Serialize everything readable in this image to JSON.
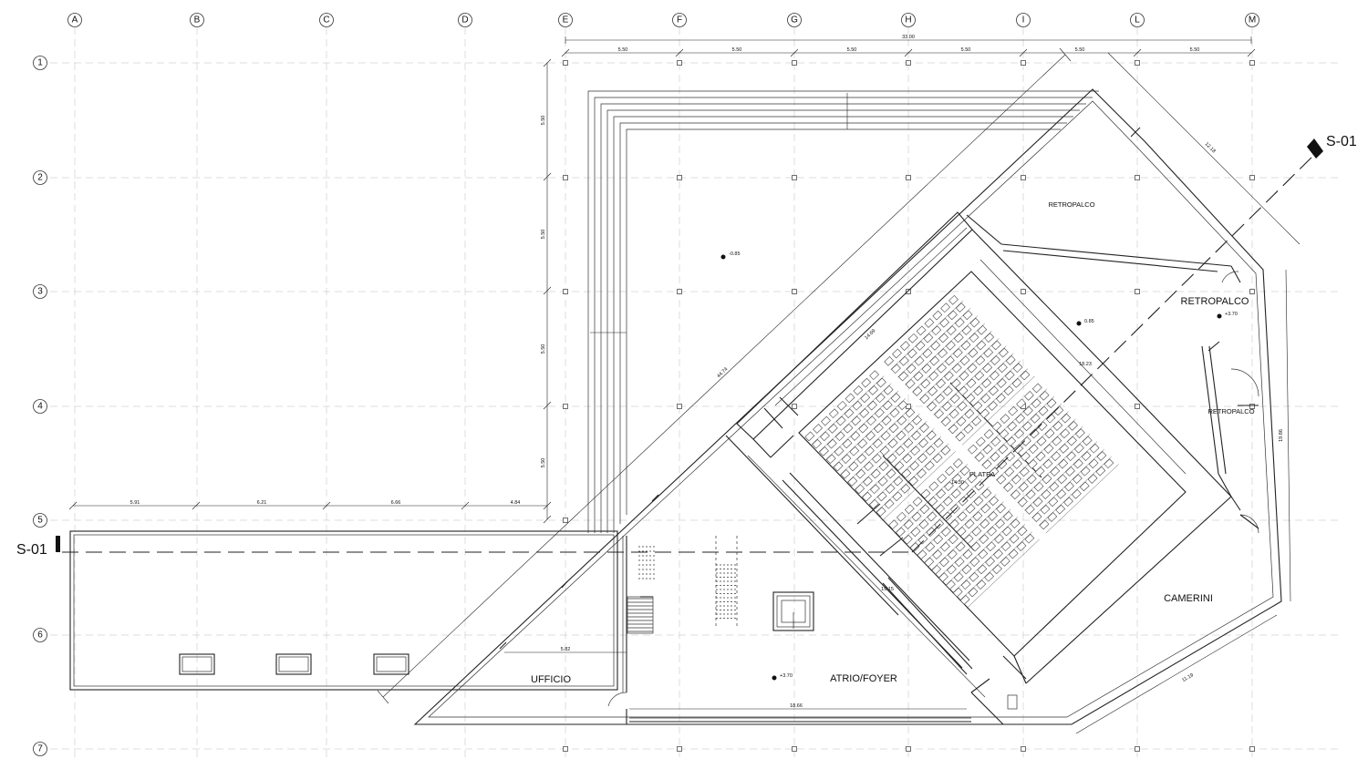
{
  "grid": {
    "columns": [
      "A",
      "B",
      "C",
      "D",
      "E",
      "F",
      "G",
      "H",
      "I",
      "L",
      "M"
    ],
    "rows": [
      "1",
      "2",
      "3",
      "4",
      "5",
      "6",
      "7"
    ]
  },
  "dimensions": {
    "top_total": "33.00",
    "top_segments": [
      "5.50",
      "5.50",
      "5.50",
      "5.50",
      "5.50",
      "5.50"
    ],
    "left_segments": [
      "5.50",
      "5.50",
      "5.50",
      "5.50"
    ],
    "bottom_wing_segments": [
      "5.91",
      "6.21",
      "6.66",
      "4.84"
    ],
    "diagonal_long": "44.74",
    "auditorium_top": "14.69",
    "auditorium_right": "18.23",
    "auditorium_center": "14.30",
    "foyer_diag": "19.15",
    "office_width": "5.82",
    "foyer_bottom": "18.66",
    "backstage_top": "12.18",
    "right_side": "19.86",
    "bottom_right": "11.19"
  },
  "rooms": {
    "retropalco_top": "RETROPALCO",
    "retropalco_mid": "RETROPALCO",
    "retropalco_right": "RETROPALCO",
    "platea": "PLATEA",
    "camerini": "CAMERINI",
    "atrio": "ATRIO/FOYER",
    "ufficio": "UFFICIO"
  },
  "levels": {
    "courtyard": "-0.85",
    "auditorium": "0.85",
    "retropalco": "+3.70",
    "foyer": "+3.70"
  },
  "section": {
    "left_label": "S-01",
    "right_label": "S-01"
  },
  "seating": {
    "blocks": 4,
    "rows_per_block": 11,
    "seats_per_row": 9
  }
}
